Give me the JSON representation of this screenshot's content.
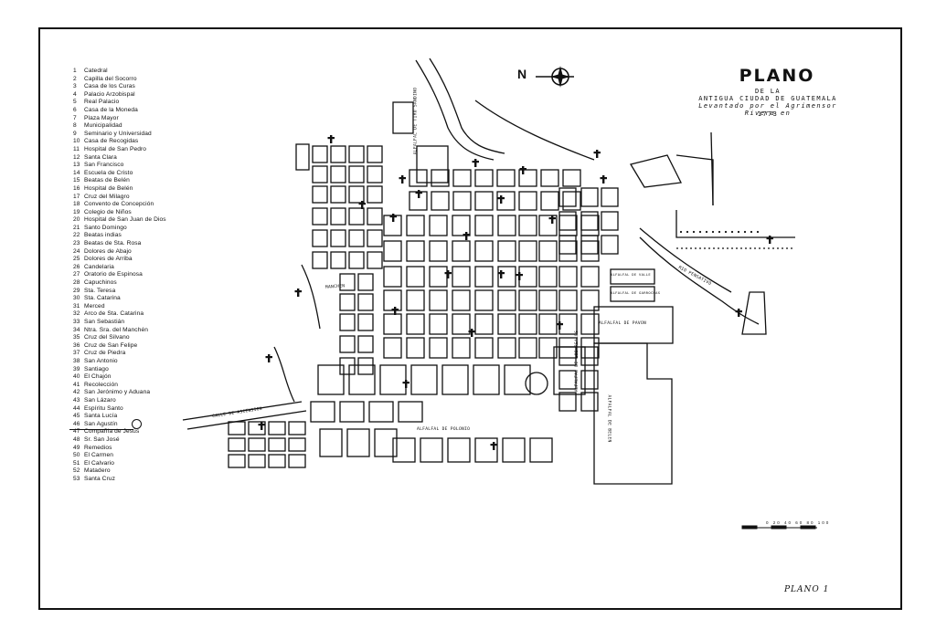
{
  "title": {
    "main": "PLANO",
    "line1": "DE LA",
    "line2": "ANTIGUA CIUDAD DE GUATEMALA",
    "line3": "Levantado por el Agrimensor Rivera en",
    "line4": "1773"
  },
  "compass": {
    "letter": "N"
  },
  "plate_label": "PLANO 1",
  "legend": [
    {
      "n": "1",
      "name": "Catedral"
    },
    {
      "n": "2",
      "name": "Capilla del Socorro"
    },
    {
      "n": "3",
      "name": "Casa de los Curas"
    },
    {
      "n": "4",
      "name": "Palacio Arzobispal"
    },
    {
      "n": "5",
      "name": "Real Palacio"
    },
    {
      "n": "6",
      "name": "Casa de la Moneda"
    },
    {
      "n": "7",
      "name": "Plaza Mayor"
    },
    {
      "n": "8",
      "name": "Municipalidad"
    },
    {
      "n": "9",
      "name": "Seminario y Universidad"
    },
    {
      "n": "10",
      "name": "Casa de Recogidas"
    },
    {
      "n": "11",
      "name": "Hospital de San Pedro"
    },
    {
      "n": "12",
      "name": "Santa Clara"
    },
    {
      "n": "13",
      "name": "San Francisco"
    },
    {
      "n": "14",
      "name": "Escuela de Cristo"
    },
    {
      "n": "15",
      "name": "Beatas de Belén"
    },
    {
      "n": "16",
      "name": "Hospital de Belén"
    },
    {
      "n": "17",
      "name": "Cruz del Milagro"
    },
    {
      "n": "18",
      "name": "Convento de Concepción"
    },
    {
      "n": "19",
      "name": "Colegio de Niños"
    },
    {
      "n": "20",
      "name": "Hospital de San Juan de Dios"
    },
    {
      "n": "21",
      "name": "Santo Domingo"
    },
    {
      "n": "22",
      "name": "Beatas indias"
    },
    {
      "n": "23",
      "name": "Beatas de Sta. Rosa"
    },
    {
      "n": "24",
      "name": "Dolores de Abajo"
    },
    {
      "n": "25",
      "name": "Dolores de Arriba"
    },
    {
      "n": "26",
      "name": "Candelaria"
    },
    {
      "n": "27",
      "name": "Oratorio de Espinosa"
    },
    {
      "n": "28",
      "name": "Capuchinos"
    },
    {
      "n": "29",
      "name": "Sta. Teresa"
    },
    {
      "n": "30",
      "name": "Sta. Catarina"
    },
    {
      "n": "31",
      "name": "Merced"
    },
    {
      "n": "32",
      "name": "Arco de Sta. Catarina"
    },
    {
      "n": "33",
      "name": "San Sebastián"
    },
    {
      "n": "34",
      "name": "Ntra. Sra. del Manchén"
    },
    {
      "n": "35",
      "name": "Cruz del Silvano"
    },
    {
      "n": "36",
      "name": "Cruz de San Felipe"
    },
    {
      "n": "37",
      "name": "Cruz de Piedra"
    },
    {
      "n": "38",
      "name": "San Antonio"
    },
    {
      "n": "39",
      "name": "Santiago"
    },
    {
      "n": "40",
      "name": "El Chajón"
    },
    {
      "n": "41",
      "name": "Recolección"
    },
    {
      "n": "42",
      "name": "San Jerónimo y Aduana"
    },
    {
      "n": "43",
      "name": "San Lázaro"
    },
    {
      "n": "44",
      "name": "Espíritu Santo"
    },
    {
      "n": "45",
      "name": "Santa Lucía"
    },
    {
      "n": "46",
      "name": "San Agustín"
    },
    {
      "n": "47",
      "name": "Compañía de Jesús"
    },
    {
      "n": "48",
      "name": "Sr. San José"
    },
    {
      "n": "49",
      "name": "Remedios"
    },
    {
      "n": "50",
      "name": "El Carmen"
    },
    {
      "n": "51",
      "name": "El Calvario"
    },
    {
      "n": "52",
      "name": "Matadero"
    },
    {
      "n": "53",
      "name": "Santa Cruz"
    }
  ],
  "streets": {
    "manchen": "MANCHEN",
    "pensativo": "RIO PENSATIVO",
    "ascension": "CALLE DE ASCENSION",
    "potreros": "ALFALFAL DE POLONIO",
    "pavon": "ALFALFAL DE PAVON",
    "belen": "ALFALFAL DE BELEN",
    "lareales": "ALFALFAL DE LOS REALES",
    "valle": "ALFALFAL DE VALLE",
    "garrochas": "ALFALFAL DE GARROCHAS",
    "tiburcio": "ALFALFAL DE TIRO SANDINO"
  },
  "scale_label": "0  20  40  60  80  100"
}
